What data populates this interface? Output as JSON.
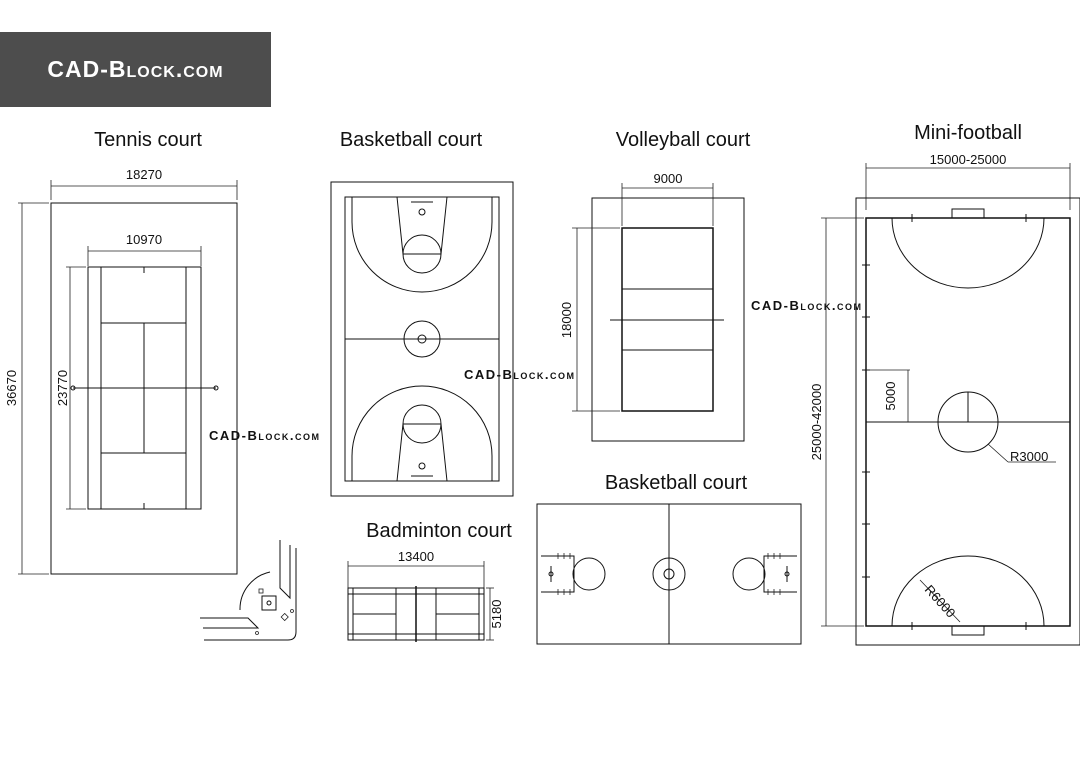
{
  "brand": {
    "logo_text": "CAD-Block.com",
    "watermark": "CAD-Block.com",
    "logo_bg": "#4d4d4d",
    "line_color": "#111111"
  },
  "courts": {
    "tennis": {
      "title": "Tennis court",
      "width_outer": "18270",
      "width_inner": "10970",
      "length_outer": "36670",
      "length_inner": "23770"
    },
    "basketball_vertical": {
      "title": "Basketball court"
    },
    "volleyball": {
      "title": "Volleyball court",
      "width": "9000",
      "length": "18000"
    },
    "mini_football": {
      "title": "Mini-football",
      "width": "15000-25000",
      "length": "25000-42000",
      "penalty_dim": "5000",
      "center_radius": "R3000",
      "goal_radius": "R6000"
    },
    "basketball_horizontal": {
      "title": "Basketball court"
    },
    "badminton": {
      "title": "Badminton court",
      "width": "13400",
      "length": "5180"
    }
  }
}
